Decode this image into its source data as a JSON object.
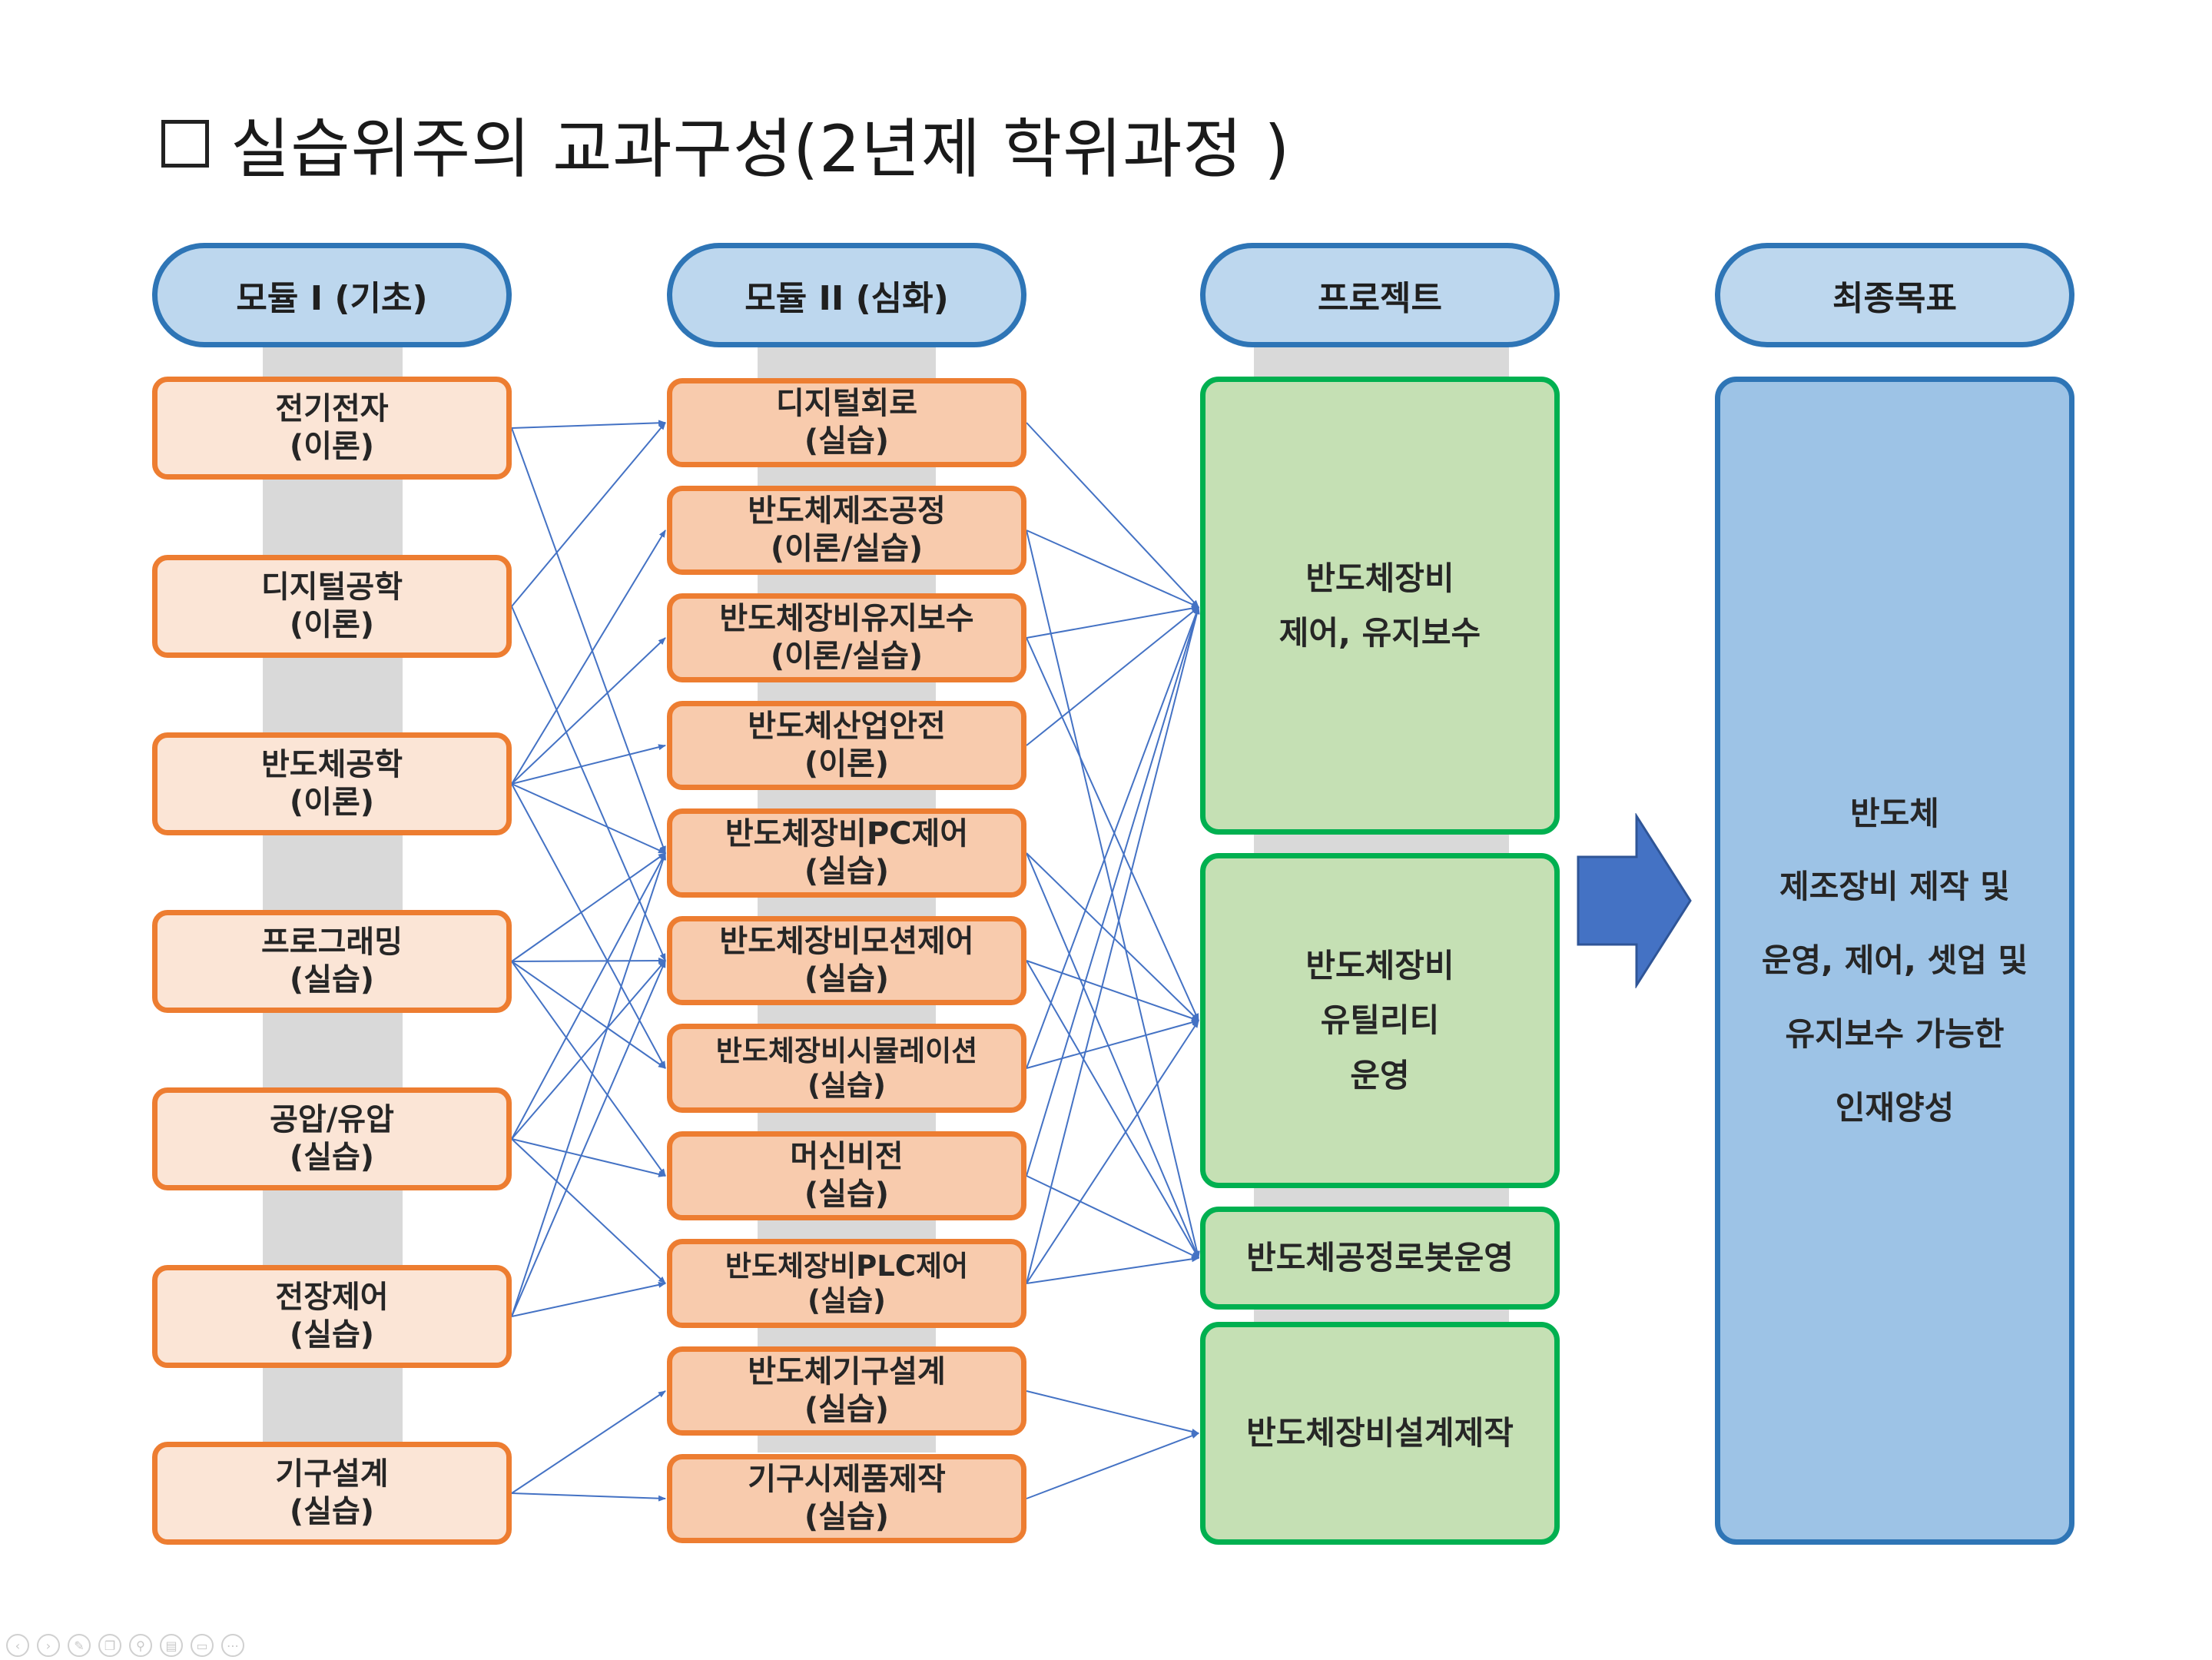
{
  "title": "실습위주의 교과구성(2년제 학위과정 )",
  "columns": [
    {
      "label": "모듈 I (기초)"
    },
    {
      "label": "모듈 II (심화)"
    },
    {
      "label": "프로젝트"
    },
    {
      "label": "최종목표"
    }
  ],
  "module1": [
    {
      "name": "전기전자",
      "type": "(이론)"
    },
    {
      "name": "디지털공학",
      "type": "(이론)"
    },
    {
      "name": "반도체공학",
      "type": "(이론)"
    },
    {
      "name": "프로그래밍",
      "type": "(실습)"
    },
    {
      "name": "공압/유압",
      "type": "(실습)"
    },
    {
      "name": "전장제어",
      "type": "(실습)"
    },
    {
      "name": "기구설계",
      "type": "(실습)"
    }
  ],
  "module2": [
    {
      "name": "디지털회로",
      "type": "(실습)"
    },
    {
      "name": "반도체제조공정",
      "type": "(이론/실습)"
    },
    {
      "name": "반도체장비유지보수",
      "type": "(이론/실습)"
    },
    {
      "name": "반도체산업안전",
      "type": "(이론)"
    },
    {
      "name": "반도체장비PC제어",
      "type": "(실습)"
    },
    {
      "name": "반도체장비모션제어",
      "type": "(실습)"
    },
    {
      "name": "반도체장비시뮬레이션",
      "type": "(실습)"
    },
    {
      "name": "머신비전",
      "type": "(실습)"
    },
    {
      "name": "반도체장비PLC제어",
      "type": "(실습)"
    },
    {
      "name": "반도체기구설계",
      "type": "(실습)"
    },
    {
      "name": "기구시제품제작",
      "type": "(실습)"
    }
  ],
  "projects": [
    {
      "lines": [
        "반도체장비",
        "제어, 유지보수"
      ]
    },
    {
      "lines": [
        "반도체장비",
        "유틸리티",
        "운영"
      ]
    },
    {
      "lines": [
        "반도체공정로봇운영"
      ]
    },
    {
      "lines": [
        "반도체장비설계제작"
      ]
    }
  ],
  "goal": {
    "lines": [
      "반도체",
      "제조장비 제작 및",
      "운영, 제어, 셋업 및",
      "유지보수 가능한",
      "인재양성"
    ]
  },
  "links_module1_to_module2": [
    [
      0,
      0
    ],
    [
      0,
      4
    ],
    [
      1,
      0
    ],
    [
      1,
      5
    ],
    [
      2,
      1
    ],
    [
      2,
      2
    ],
    [
      2,
      3
    ],
    [
      2,
      4
    ],
    [
      2,
      6
    ],
    [
      3,
      4
    ],
    [
      3,
      5
    ],
    [
      3,
      6
    ],
    [
      3,
      7
    ],
    [
      4,
      4
    ],
    [
      4,
      5
    ],
    [
      4,
      7
    ],
    [
      4,
      8
    ],
    [
      5,
      4
    ],
    [
      5,
      5
    ],
    [
      5,
      8
    ],
    [
      6,
      9
    ],
    [
      6,
      10
    ]
  ],
  "links_module2_to_project": [
    [
      0,
      0
    ],
    [
      1,
      0
    ],
    [
      1,
      2
    ],
    [
      2,
      0
    ],
    [
      2,
      1
    ],
    [
      3,
      0
    ],
    [
      4,
      1
    ],
    [
      4,
      2
    ],
    [
      5,
      1
    ],
    [
      5,
      2
    ],
    [
      6,
      0
    ],
    [
      6,
      1
    ],
    [
      7,
      0
    ],
    [
      7,
      2
    ],
    [
      8,
      0
    ],
    [
      8,
      1
    ],
    [
      8,
      2
    ],
    [
      9,
      3
    ],
    [
      10,
      3
    ]
  ],
  "colors": {
    "header_fill": "#bdd7ee",
    "header_border": "#2e75b6",
    "orange_border": "#ed7d31",
    "module1_fill": "#fbe5d6",
    "module2_fill": "#f8cbad",
    "project_fill": "#c5e0b4",
    "project_border": "#00b050",
    "goal_fill": "#9dc3e6",
    "arrow": "#4472c4",
    "link": "#4472c4"
  },
  "toolbar_icons": [
    "back-icon",
    "forward-icon",
    "pen-icon",
    "copy-icon",
    "zoom-icon",
    "slides-icon",
    "subtitle-icon",
    "more-icon"
  ]
}
